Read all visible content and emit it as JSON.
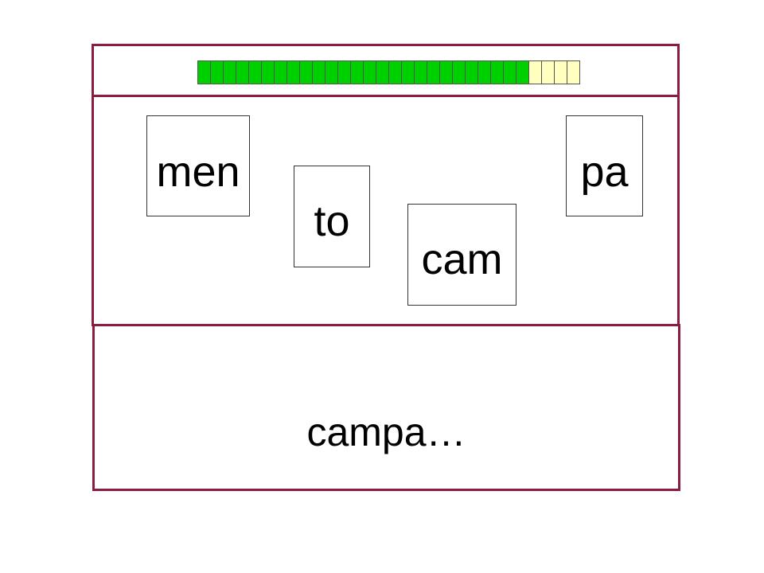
{
  "progress": {
    "total_segments": 30,
    "completed_segments": 26,
    "colors": {
      "completed": "#00d000",
      "remaining": "#ffffc0",
      "border": "#555555"
    }
  },
  "cards": [
    {
      "id": "men",
      "label": "men"
    },
    {
      "id": "to",
      "label": "to"
    },
    {
      "id": "cam",
      "label": "cam"
    },
    {
      "id": "pa",
      "label": "pa"
    }
  ],
  "answer": {
    "text": "campa…"
  },
  "colors": {
    "frame_border": "#8b1c3d",
    "background": "#ffffff",
    "text": "#000000"
  }
}
